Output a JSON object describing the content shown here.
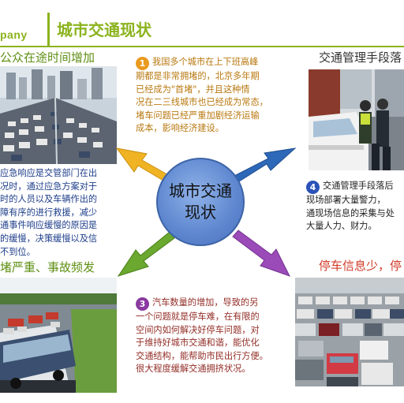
{
  "header": {
    "logo_text": "pany",
    "title": "城市交通现状"
  },
  "center": {
    "label": "城市交通现状"
  },
  "top_left": {
    "heading": "公众在途时间增加"
  },
  "top_middle": {
    "number": "1",
    "lines": [
      "我国多个城市在上下班高峰",
      "期都是非常拥堵的，北京多年期",
      "已经成为\"首堵\"，并且这种情",
      "况在二三线城市也已经成为常态，",
      "堵车问题已经严重加剧经济运输",
      "成本，影响经济建设。"
    ]
  },
  "top_right": {
    "heading": "交通管理手段落"
  },
  "middle_left": {
    "lines": [
      "应急响应是交管部门在出",
      "况时，通过应急方案对于",
      "时的人员以及车辆作出的",
      "障有序的进行救援，减少",
      "通事件响应缓慢的原因是",
      "的缓慢，决策缓慢以及信",
      "不到位。"
    ]
  },
  "middle_right": {
    "number": "4",
    "lines": [
      "交通管理手段落后",
      "现场部署大量警力，",
      "通现场信息的采集与处",
      "大量人力、财力。"
    ]
  },
  "bottom_left": {
    "heading": "堵严重、事故频发"
  },
  "bottom_middle": {
    "number": "3",
    "lines": [
      "汽车数量的增加，导致的另",
      "一个问题就是停车难，在有限的",
      "空间内如何解决好停车问题，对",
      "于维持好城市交通和谐，能优化",
      "交通结构，能帮助市民出行方便。",
      "很大程度缓解交通拥挤状况。"
    ]
  },
  "bottom_right": {
    "heading": "停车信息少，停"
  },
  "colors": {
    "brand_green": "#8bb31d",
    "arrow_orange": "#f0b323",
    "arrow_blue": "#2e68b8",
    "arrow_green": "#6aa830",
    "arrow_purple": "#9a4bb8",
    "heading_red": "#d23b28"
  }
}
